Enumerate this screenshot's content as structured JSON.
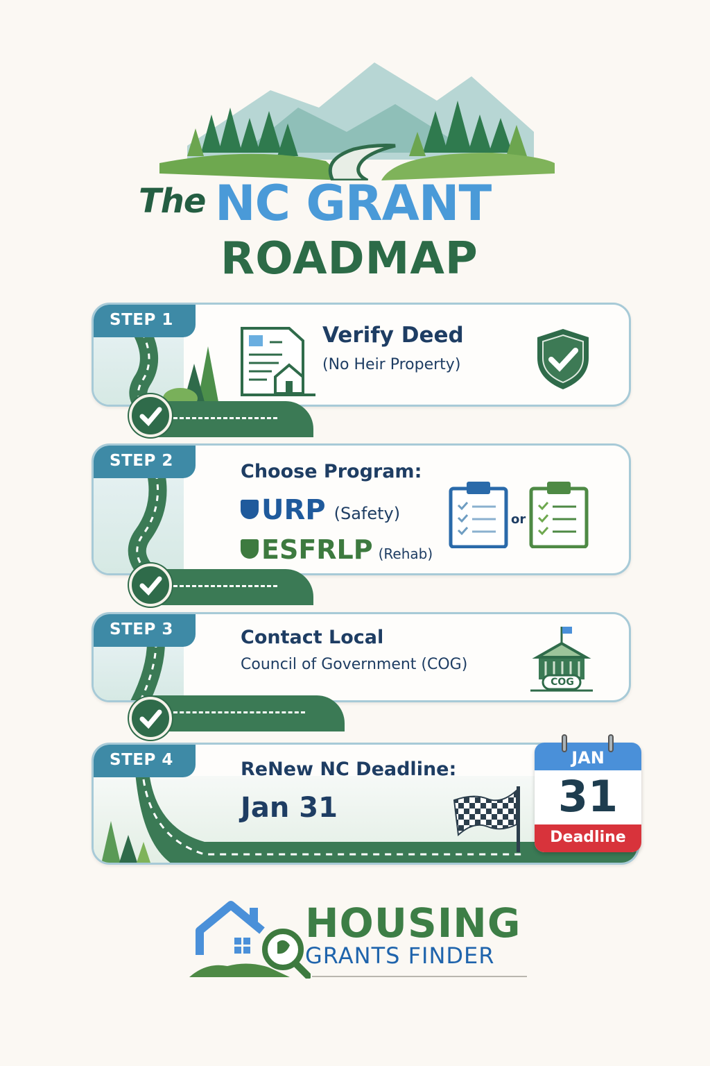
{
  "header": {
    "title_the": "The",
    "title_main": "NC GRANT",
    "title_sub": "ROADMAP",
    "hero_icon": "mountain-road-landscape-icon"
  },
  "colors": {
    "background": "#fbf8f3",
    "title_green": "#245e42",
    "title_blue": "#4a9ad8",
    "badge_teal": "#3e8aa6",
    "road_green": "#3b7a55",
    "text_navy": "#1e3d63",
    "deadline_red": "#d8333b",
    "calendar_blue": "#4a90d9"
  },
  "steps": [
    {
      "badge": "STEP 1",
      "title": "Verify Deed",
      "subtitle": "(No Heir Property)",
      "icons": [
        "deed-document-house-icon",
        "shield-check-icon"
      ],
      "status": "complete"
    },
    {
      "badge": "STEP 2",
      "title": "Choose Program:",
      "programs": [
        {
          "name": "URP",
          "note": "(Safety)",
          "color": "#1f5a9c"
        },
        {
          "name": "ESFRLP",
          "note": "(Rehab)",
          "color": "#3d7a3f"
        }
      ],
      "or_label": "or",
      "icons": [
        "clipboard-checklist-blue-icon",
        "clipboard-checklist-green-icon"
      ],
      "status": "complete"
    },
    {
      "badge": "STEP 3",
      "title": "Contact Local",
      "subtitle": "Council of Government (COG)",
      "building_label": "COG",
      "icons": [
        "government-building-icon"
      ],
      "status": "complete"
    },
    {
      "badge": "STEP 4",
      "title": "ReNew NC Deadline:",
      "subtitle": "Jan 31",
      "icons": [
        "checkered-flag-icon",
        "calendar-icon"
      ],
      "calendar": {
        "month": "JAN",
        "day": "31",
        "label": "Deadline"
      }
    }
  ],
  "footer": {
    "logo_line1": "HOUSING",
    "logo_line2": "GRANTS FINDER",
    "logo_icon": "house-magnifier-icon"
  }
}
